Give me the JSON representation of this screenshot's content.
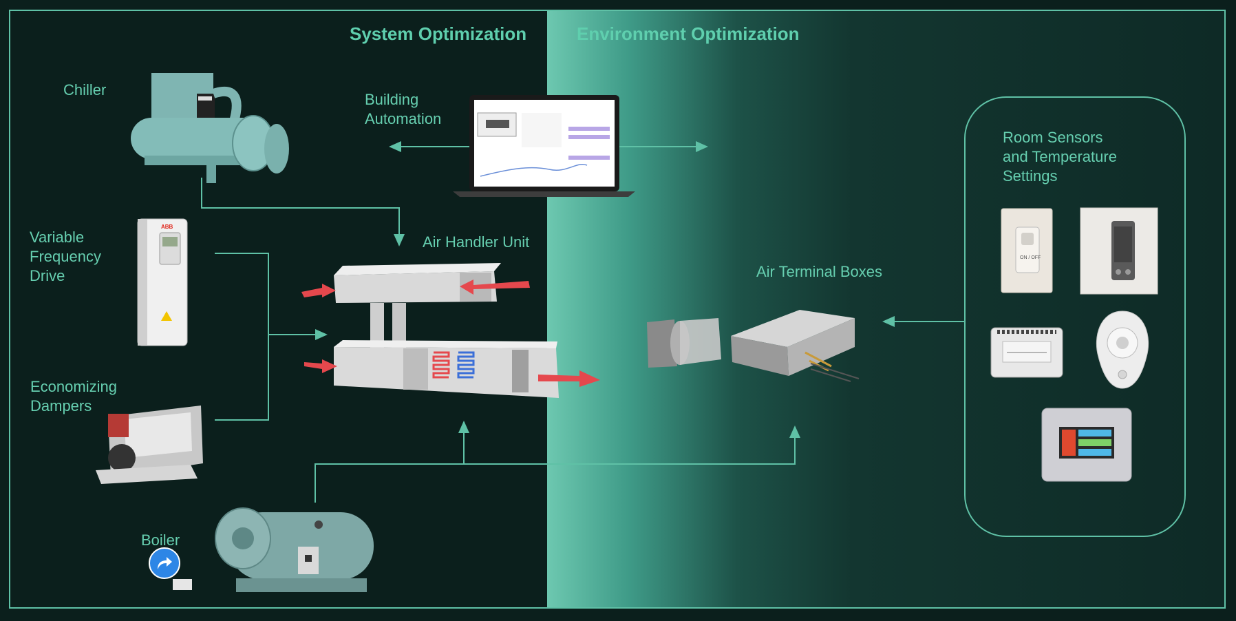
{
  "sections": {
    "system": "System Optimization",
    "environment": "Environment Optimization"
  },
  "labels": {
    "chiller": "Chiller",
    "building_automation": [
      "Building",
      "Automation"
    ],
    "vfd": [
      "Variable",
      "Frequency",
      "Drive"
    ],
    "economizing_dampers": [
      "Economizing",
      "Dampers"
    ],
    "air_handler_unit": "Air Handler Unit",
    "boiler": "Boiler",
    "air_terminal_boxes": "Air Terminal Boxes",
    "room_sensors": [
      "Room Sensors",
      "and Temperature",
      "Settings"
    ]
  },
  "device_text": {
    "switch_on_off": "ON / OFF"
  },
  "icons": {
    "share": "share-arrow-icon"
  },
  "colors": {
    "background": "#0b1f1c",
    "accent": "#5fcfae",
    "line": "#5fc1a6",
    "hot_arrow": "#e5484d",
    "cold_coil": "#3b6fd8"
  }
}
